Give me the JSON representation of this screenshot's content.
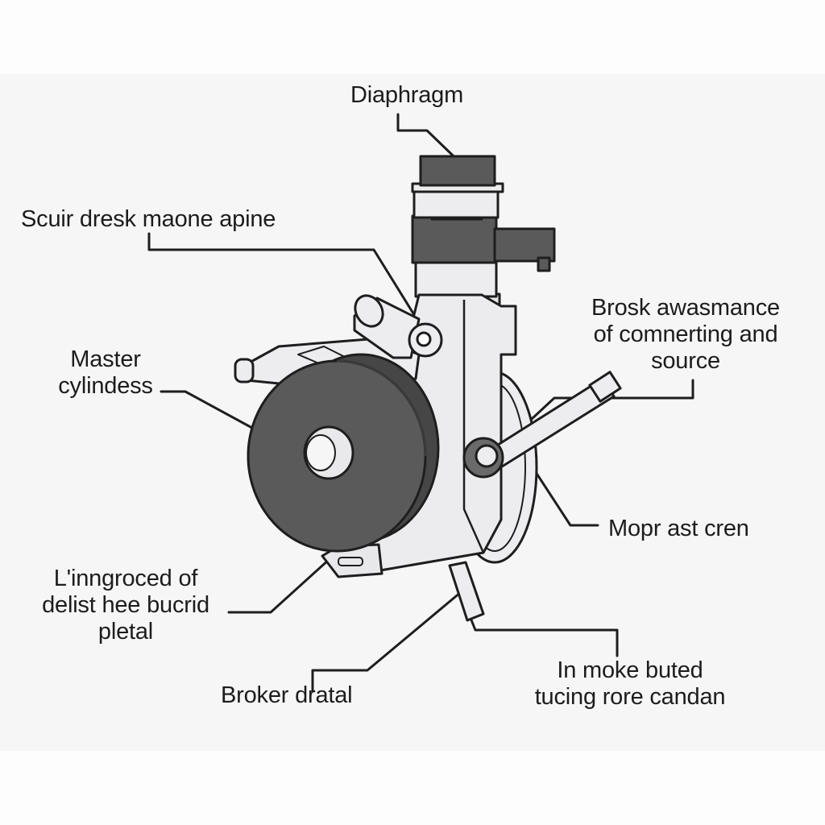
{
  "labels": {
    "diaphragm": "Diaphragm",
    "scuir": "Scuir dresk maone apine",
    "master": "Master\ncylindess",
    "brosk": "Brosk awasmance\nof comnerting and\nsource",
    "mopr": "Mopr ast cren",
    "lingroced": "L'inngroced of\ndelist hee bucrid\npletal",
    "broker": "Broker dratal",
    "inmoke": "In moke buted\ntucing rore candan"
  },
  "colors": {
    "background": "#f6f6f6",
    "outline": "#1e1e1e",
    "dark_fill": "#555555",
    "body_fill": "#ececec"
  }
}
